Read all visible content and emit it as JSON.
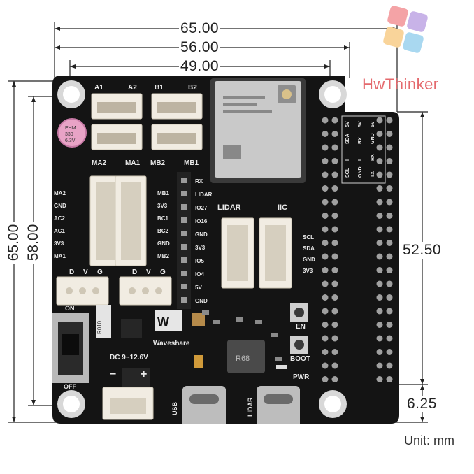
{
  "dimensions": {
    "top_width_outer": "65.00",
    "top_width_mid": "56.00",
    "top_width_inner": "49.00",
    "left_height_outer": "65.00",
    "left_height_inner": "58.00",
    "right_height": "52.50",
    "bottom_offset": "6.25"
  },
  "unit_label": "Unit: mm",
  "brand": "HwThinker",
  "board": {
    "motor_labels": {
      "a1": "A1",
      "a2": "A2",
      "b1": "B1",
      "b2": "B2",
      "ma2": "MA2",
      "ma1": "MA1",
      "mb2": "MB2",
      "mb1": "MB1"
    },
    "left_pins": [
      "MA2",
      "GND",
      "AC2",
      "AC1",
      "3V3",
      "MA1"
    ],
    "right_pins": [
      "MB1",
      "3V3",
      "BC1",
      "BC2",
      "GND",
      "MB2"
    ],
    "header_pins": [
      "RX",
      "LIDAR",
      "IO27",
      "IO16",
      "GND",
      "3V3",
      "IO5",
      "IO4",
      "5V",
      "GND"
    ],
    "lidar_label": "LIDAR",
    "iic_label": "IIC",
    "iic_pins": [
      "SCL",
      "SDA",
      "GND",
      "3V3"
    ],
    "dvg1": [
      "D",
      "V",
      "G"
    ],
    "dvg2": [
      "D",
      "V",
      "G"
    ],
    "switch_on": "ON",
    "switch_off": "OFF",
    "resistor": "R010",
    "logo_text": "Waveshare",
    "dc_label": "DC 9~12.6V",
    "inductor": "R68",
    "en_label": "EN",
    "boot_label": "BOOT",
    "pwr_label": "PWR",
    "usb_label": "USB",
    "lidar_usb_label": "LIDAR",
    "minus": "−",
    "plus": "+",
    "cap_text1": "EHM",
    "cap_text2": "6.3V",
    "cap_text3": "330",
    "pin_table": [
      [
        "SCL",
        "I",
        "SDA",
        "5V"
      ],
      [
        "GND",
        "I",
        "RX",
        "5V"
      ],
      [
        "TX",
        "RX",
        "GND",
        "5V"
      ]
    ]
  },
  "colors": {
    "board": "#141414",
    "connector": "#f1ece2",
    "pad": "#9b9b9b",
    "brand": "#e4696d",
    "dim_line": "#222222"
  }
}
